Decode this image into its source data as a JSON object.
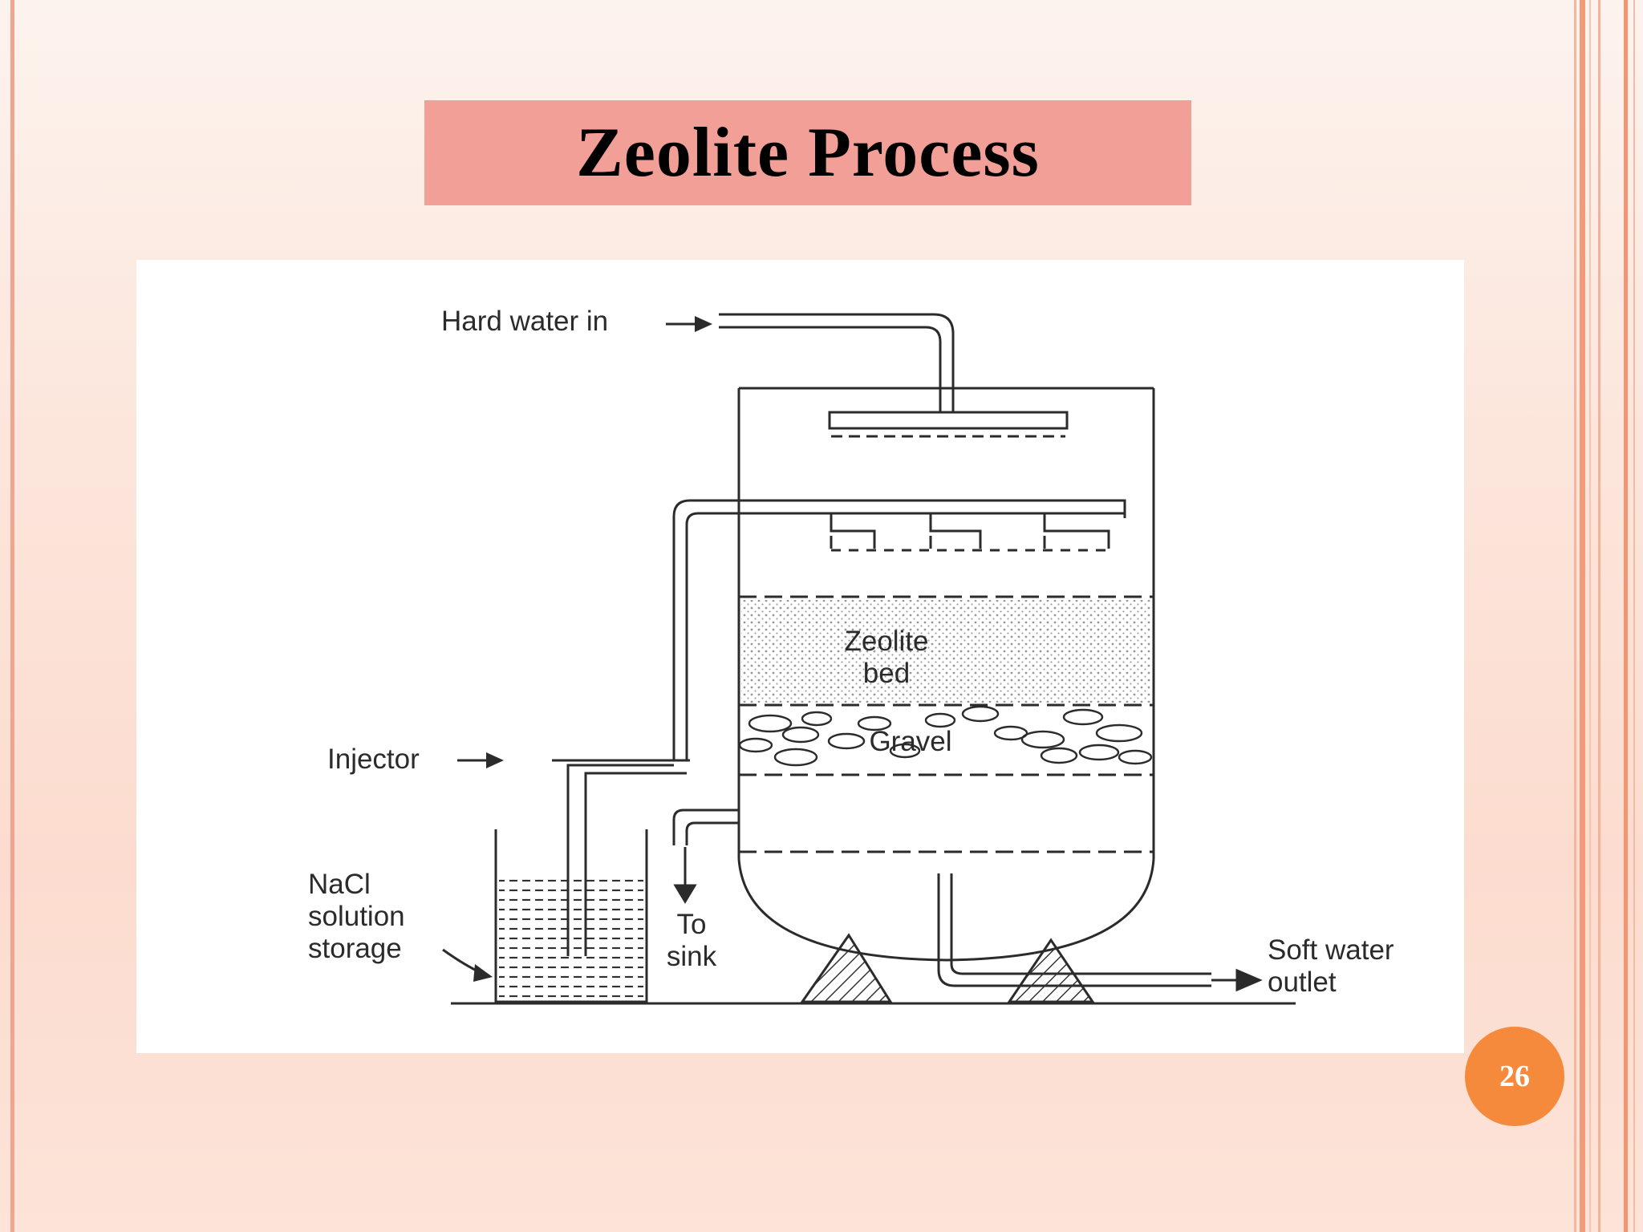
{
  "slide": {
    "title": "Zeolite Process",
    "page_number": "26"
  },
  "diagram": {
    "labels": {
      "hard_water_in": "Hard water in",
      "injector": "Injector",
      "zeolite_bed_line1": "Zeolite",
      "zeolite_bed_line2": "bed",
      "gravel": "Gravel",
      "nacl_line1": "NaCl",
      "nacl_line2": "solution",
      "nacl_line3": "storage",
      "to_sink_line1": "To",
      "to_sink_line2": "sink",
      "soft_water_line1": "Soft water",
      "soft_water_line2": "outlet"
    }
  },
  "colors": {
    "title_bar": "#f2a097",
    "page_badge": "#f58a3c",
    "rule_accent": "#f29a7a"
  }
}
